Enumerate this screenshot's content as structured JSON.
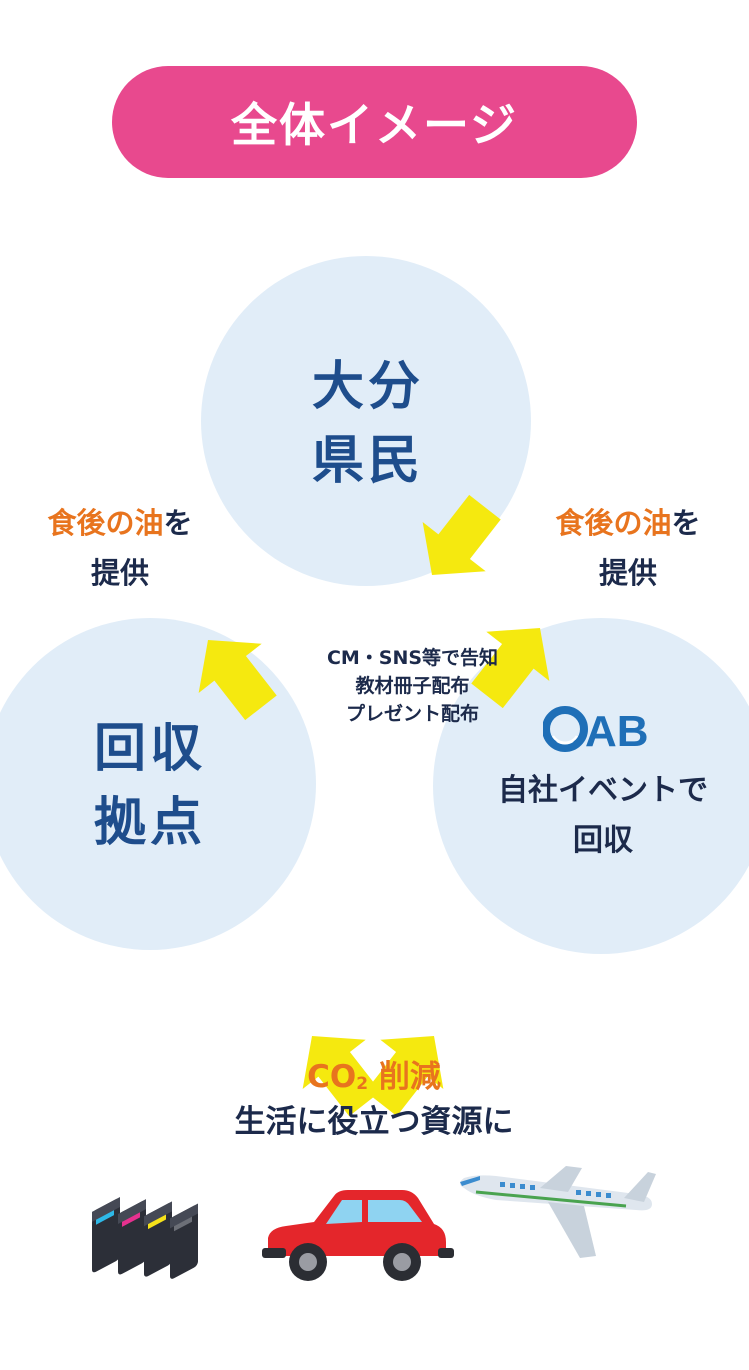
{
  "title": "全体イメージ",
  "nodes": {
    "residents": {
      "line1": "大分",
      "line2": "県民"
    },
    "collection_point": {
      "line1": "回収",
      "line2": "拠点"
    },
    "oab": {
      "logo_text": "OAB",
      "line1": "自社イベントで",
      "line2": "回収"
    }
  },
  "edges": {
    "left": {
      "highlight": "食後の油",
      "suffix": "を",
      "line2": "提供"
    },
    "right": {
      "highlight": "食後の油",
      "suffix": "を",
      "line2": "提供"
    },
    "center_notes": [
      "CM・SNS等で告知",
      "教材冊子配布",
      "プレゼント配布"
    ]
  },
  "result": {
    "co2_prefix": "CO",
    "co2_sub": "2",
    "co2_suffix": "削減",
    "line2": "生活に役立つ資源に"
  },
  "illustrations": [
    "ink-cartridges-icon",
    "car-icon",
    "airplane-icon"
  ],
  "colors": {
    "title_bg": "#e8498e",
    "circle_bg": "#e1edf8",
    "node_text": "#1e4d8c",
    "accent": "#e8741e",
    "text": "#1c2a4b",
    "arrow": "#f5e90f"
  }
}
